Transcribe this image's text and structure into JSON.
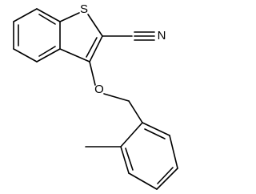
{
  "structure": {
    "atoms": {
      "sulfur": "S",
      "nitrile_nitrogen": "N",
      "ether_oxygen": "O"
    }
  }
}
